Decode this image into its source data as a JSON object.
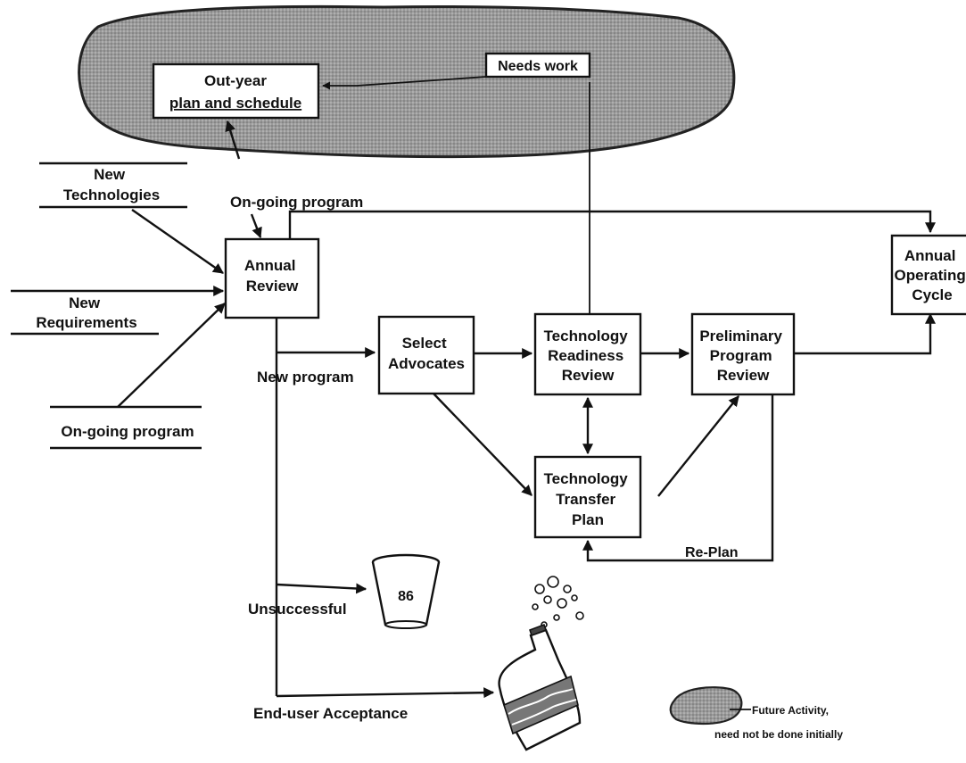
{
  "colors": {
    "ink": "#111111",
    "cloud_fill": "#9a9a9a",
    "cloud_dot": "#6e6e6e",
    "background": "#ffffff"
  },
  "cloud": {
    "out_year_line1": "Out-year",
    "out_year_line2": "plan and schedule",
    "needs_work": "Needs work"
  },
  "inputs": {
    "new_technologies": "New\nTechnologies",
    "new_requirements": "New\nRequirements",
    "ongoing_program": "On-going program"
  },
  "labels": {
    "ongoing_program_top": "On-going program",
    "new_program": "New program",
    "unsuccessful": "Unsuccessful",
    "end_user_acceptance": "End-user Acceptance",
    "re_plan": "Re-Plan"
  },
  "boxes": {
    "annual_review": "Annual\nReview",
    "select_advocates": "Select\nAdvocates",
    "technology_readiness_review": "Technology\nReadiness\nReview",
    "preliminary_program_review": "Preliminary\nProgram\nReview",
    "technology_transfer_plan": "Technology\nTransfer\nPlan",
    "annual_operating_cycle": "Annual\nOperating\nCycle"
  },
  "icons": {
    "trash_can_number": "86",
    "trash_can": "trash-can-icon",
    "champagne": "champagne-bottle-icon",
    "legend_cloud": "cloud-icon"
  },
  "legend": {
    "line1": "Future Activity,",
    "line2": "need not be done initially"
  }
}
